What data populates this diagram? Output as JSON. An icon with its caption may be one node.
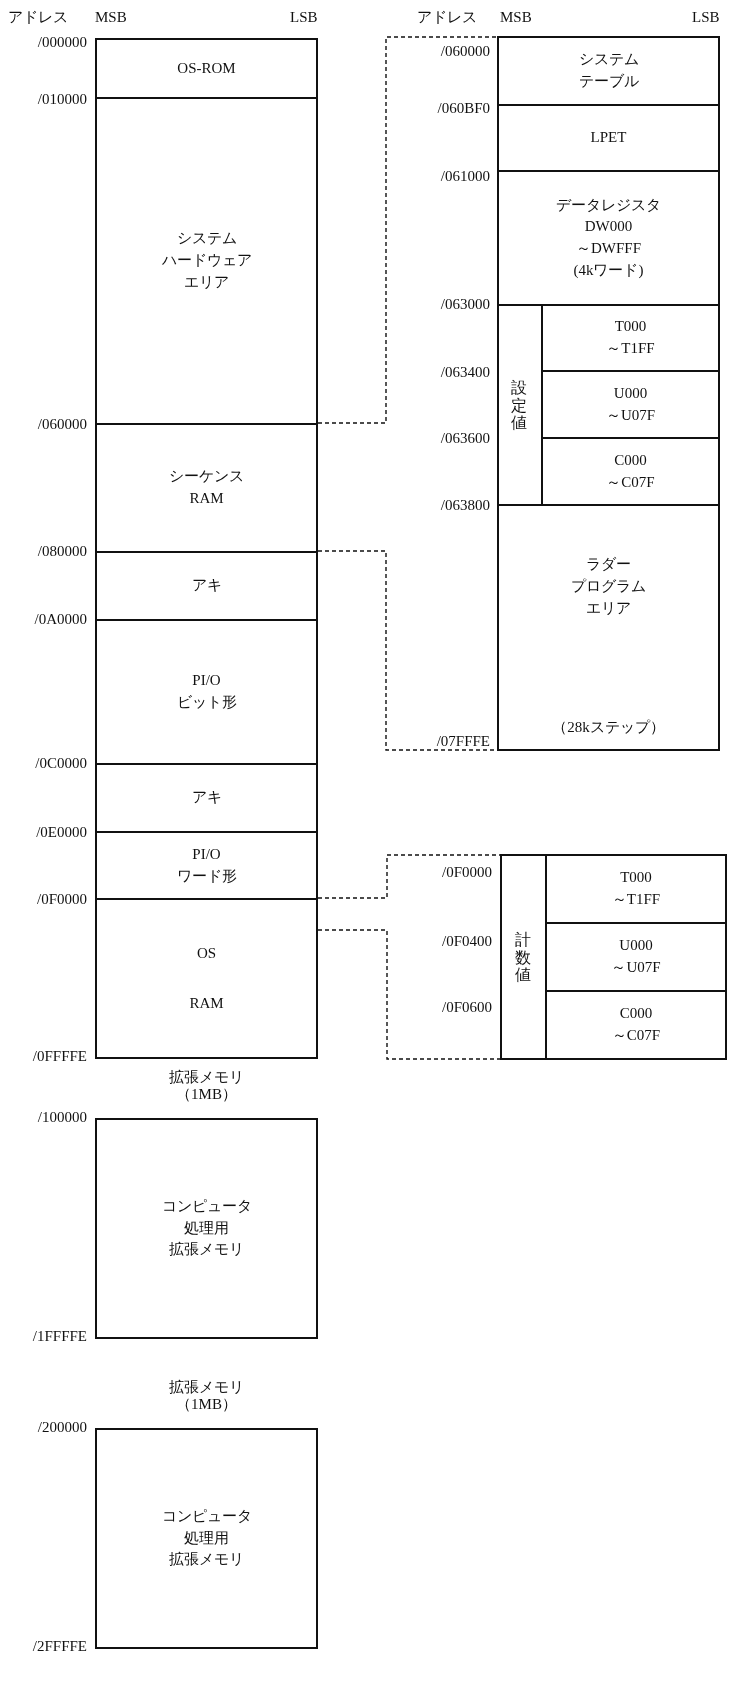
{
  "diagram": {
    "nodes": [
      {
        "text": [
          "OS-ROM"
        ]
      },
      {
        "text": [
          "システム",
          "ハードウェア",
          "エリア"
        ]
      },
      {
        "text": [
          "シーケンス",
          "RAM"
        ]
      },
      {
        "text": [
          "アキ"
        ]
      },
      {
        "text": [
          "PI/O",
          "ビット形"
        ]
      },
      {
        "text": [
          "アキ"
        ]
      },
      {
        "text": [
          "PI/O",
          "ワード形"
        ]
      },
      {
        "text": [
          "OS",
          "RAM"
        ]
      },
      {
        "text": [],
        "shape": "box"
      },
      {
        "text": [
          "システム",
          "テーブル"
        ],
        "in": 8
      },
      {
        "text": [
          "LPET"
        ],
        "in": 8
      },
      {
        "text": [
          "データレジスタ",
          "DW000",
          "～DWFFF",
          "(4kワード)"
        ],
        "in": 8
      },
      {
        "text": [
          "設定値"
        ],
        "in": 8
      },
      {
        "text": [
          "T000",
          "～T1FF"
        ],
        "in": 12
      },
      {
        "text": [
          "U000",
          "～U07F"
        ],
        "in": 12
      },
      {
        "text": [
          "C000",
          "～C07F"
        ],
        "in": 12
      },
      {
        "text": [
          "ラダー",
          "プログラム",
          "エリア",
          "（28kステップ）"
        ],
        "in": 8
      },
      {
        "text": [
          "計数値"
        ]
      },
      {
        "text": [
          "T000",
          "～T1FF"
        ],
        "in": 17
      },
      {
        "text": [
          "U000",
          "～U07F"
        ],
        "in": 17
      },
      {
        "text": [
          "C000",
          "～C07F"
        ],
        "in": 17
      },
      {
        "text": [
          "拡張メモリ",
          "（1MB）",
          "コンピュータ",
          "処理用",
          "拡張メモリ"
        ]
      },
      {
        "text": [
          "拡張メモリ",
          "（1MB）",
          "コンピュータ",
          "処理用",
          "拡張メモリ"
        ]
      }
    ],
    "edges": [
      {
        "from": 2,
        "to": 8,
        "arrow": "none",
        "style": "dashed"
      },
      {
        "from": 2,
        "to": 8,
        "arrow": "none",
        "style": "dashed"
      },
      {
        "from": 7,
        "to": 17,
        "arrow": "none",
        "style": "dashed"
      },
      {
        "from": 7,
        "to": 17,
        "arrow": "none",
        "style": "dashed"
      }
    ],
    "labels": [
      "アドレス",
      "MSB",
      "LSB",
      "アドレス",
      "MSB",
      "LSB",
      "/000000",
      "/010000",
      "/060000",
      "/080000",
      "/0A0000",
      "/0C0000",
      "/0E0000",
      "/0F0000",
      "/0FFFFE",
      "/060000",
      "/060BF0",
      "/061000",
      "/063000",
      "/063400",
      "/063600",
      "/063800",
      "/07FFFE",
      "/0F0000",
      "/0F0400",
      "/0F0600",
      "/100000",
      "/1FFFFE",
      "/200000",
      "/2FFFFE"
    ]
  }
}
